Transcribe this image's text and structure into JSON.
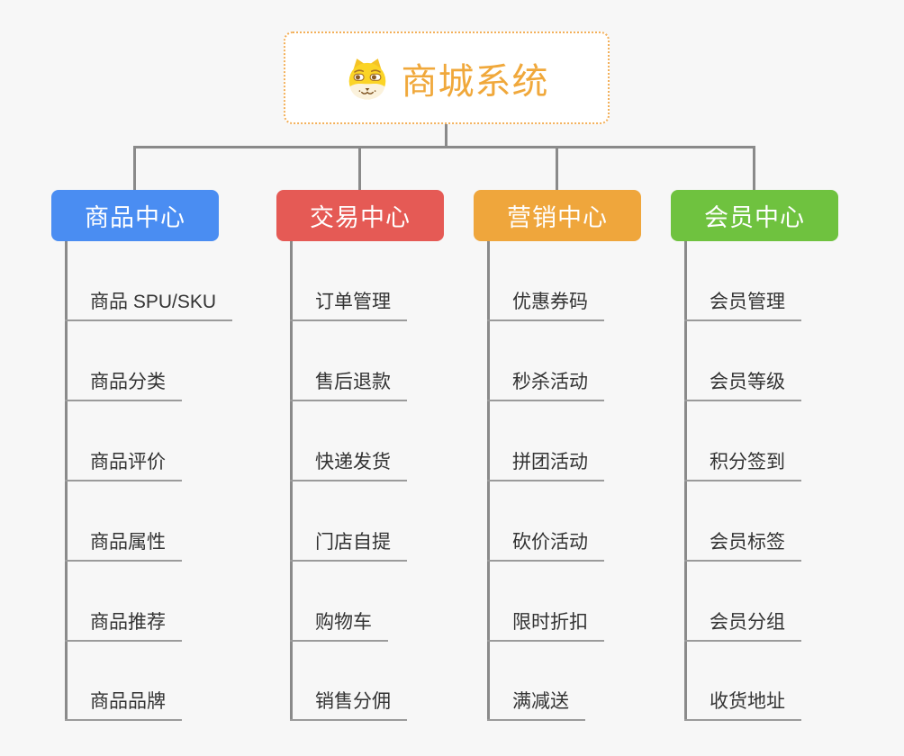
{
  "root": {
    "title": "商城系统",
    "icon": "doge-icon"
  },
  "branches": [
    {
      "id": "product-center",
      "title": "商品中心",
      "color": "#4A8DF2",
      "items": [
        "商品 SPU/SKU",
        "商品分类",
        "商品评价",
        "商品属性",
        "商品推荐",
        "商品品牌"
      ]
    },
    {
      "id": "trade-center",
      "title": "交易中心",
      "color": "#E55A55",
      "items": [
        "订单管理",
        "售后退款",
        "快递发货",
        "门店自提",
        "购物车",
        "销售分佣"
      ]
    },
    {
      "id": "marketing-center",
      "title": "营销中心",
      "color": "#EFA63C",
      "items": [
        "优惠券码",
        "秒杀活动",
        "拼团活动",
        "砍价活动",
        "限时折扣",
        "满减送"
      ]
    },
    {
      "id": "member-center",
      "title": "会员中心",
      "color": "#6FC23F",
      "items": [
        "会员管理",
        "会员等级",
        "积分签到",
        "会员标签",
        "会员分组",
        "收货地址"
      ]
    }
  ],
  "colors": {
    "background": "#F7F7F7",
    "connector": "#8A8A8A",
    "underline": "#9B9B9B",
    "root_accent": "#F0A83B",
    "root_border": "#F3B05A",
    "item_text": "#333333"
  }
}
